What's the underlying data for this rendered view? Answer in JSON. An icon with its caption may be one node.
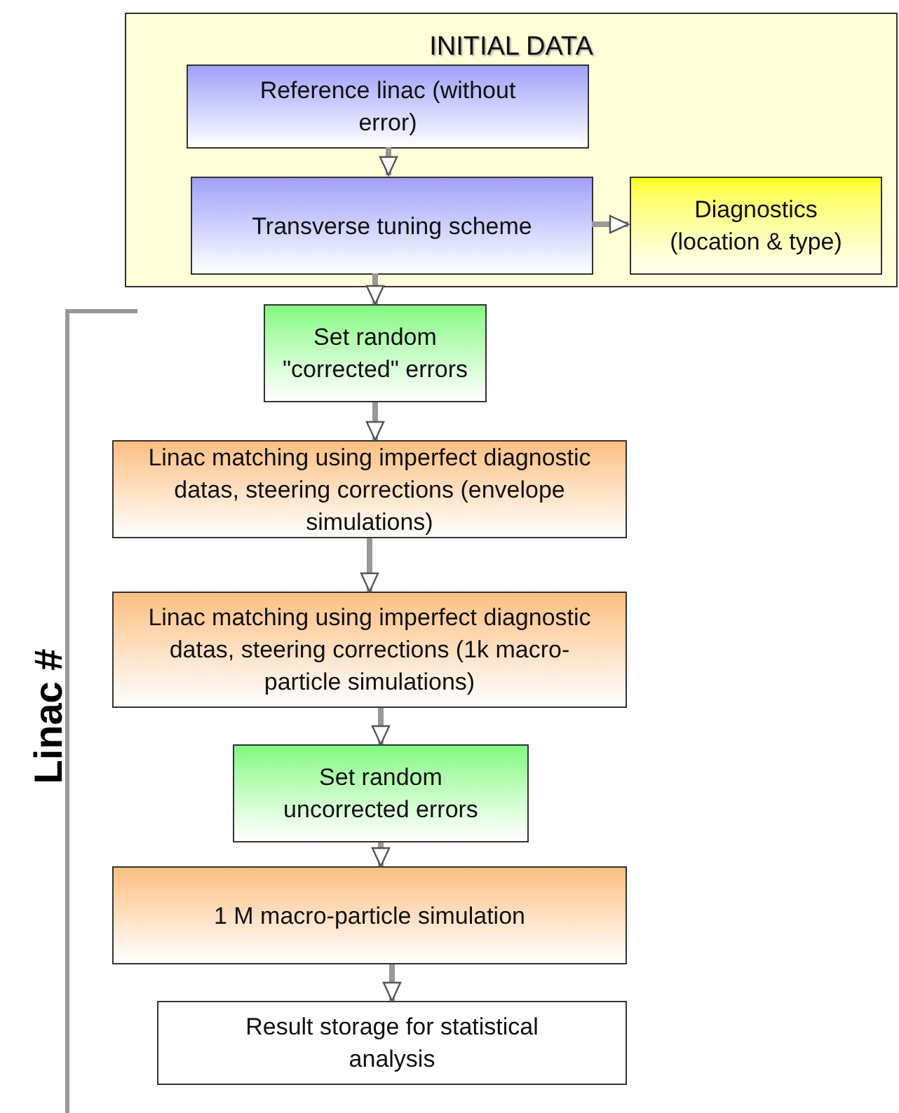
{
  "diagram": {
    "nodes": [
      {
        "text": [
          "INITIAL DATA"
        ]
      },
      {
        "text": [
          "Reference linac (without error)"
        ],
        "in": 0
      },
      {
        "text": [
          "Transverse tuning scheme"
        ],
        "in": 0
      },
      {
        "text": [
          "Diagnostics (location & type)"
        ],
        "in": 0
      },
      {
        "text": [
          "Set random \"corrected\" errors"
        ]
      },
      {
        "text": [
          "Linac matching using imperfect diagnostic datas, steering corrections (envelope simulations)"
        ]
      },
      {
        "text": [
          "Linac matching using imperfect diagnostic datas, steering corrections (1k macro-particle simulations)"
        ]
      },
      {
        "text": [
          "Set random uncorrected errors"
        ]
      },
      {
        "text": [
          "1 M macro-particle simulation"
        ]
      },
      {
        "text": [
          "Result storage for statistical analysis"
        ]
      }
    ],
    "edges": [
      {
        "from": 1,
        "to": 2,
        "arrow": "to"
      },
      {
        "from": 2,
        "to": 3,
        "arrow": "to"
      },
      {
        "from": 2,
        "to": 4,
        "arrow": "to"
      },
      {
        "from": 4,
        "to": 5,
        "arrow": "to"
      },
      {
        "from": 5,
        "to": 6,
        "arrow": "to"
      },
      {
        "from": 6,
        "to": 7,
        "arrow": "to"
      },
      {
        "from": 7,
        "to": 8,
        "arrow": "to"
      },
      {
        "from": 8,
        "to": 9,
        "arrow": "to"
      }
    ],
    "labels": [
      "Linac #"
    ]
  }
}
